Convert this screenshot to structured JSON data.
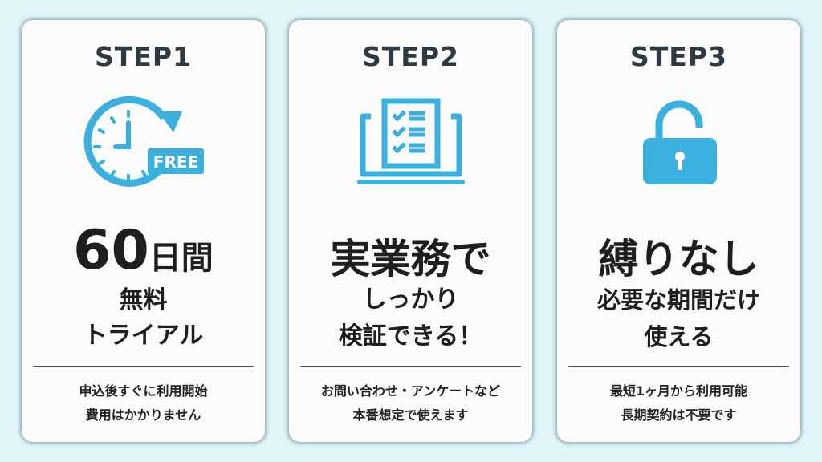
{
  "accent": "#3ab0de",
  "steps": [
    {
      "step": "STEP1",
      "icon": "clock-free-icon",
      "icon_text": "FREE",
      "headline_num": "60",
      "headline_rest": "日間",
      "sub": [
        "無料",
        "トライアル"
      ],
      "note": [
        "申込後すぐに利用開始",
        "費用はかかりません"
      ]
    },
    {
      "step": "STEP2",
      "icon": "laptop-checklist-icon",
      "headline": "実業務で",
      "sub": [
        "しっかり",
        "検証できる！"
      ],
      "note": [
        "お問い合わせ・アンケートなど",
        "本番想定で使えます"
      ]
    },
    {
      "step": "STEP3",
      "icon": "unlocked-padlock-icon",
      "headline": "縛りなし",
      "sub": [
        "必要な期間だけ",
        "使える"
      ],
      "note": [
        "最短1ヶ月から利用可能",
        "長期契約は不要です"
      ]
    }
  ]
}
